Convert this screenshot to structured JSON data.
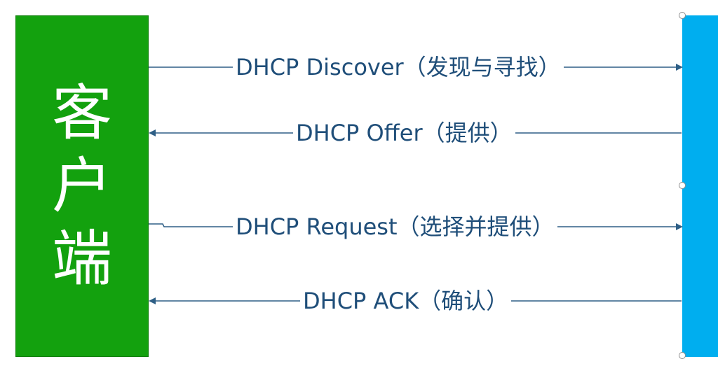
{
  "client": {
    "chars": [
      "客",
      "户",
      "端"
    ]
  },
  "messages": [
    {
      "label": "DHCP Discover（发现与寻找）",
      "direction": "to_server"
    },
    {
      "label": "DHCP Offer（提供）",
      "direction": "to_client"
    },
    {
      "label": "DHCP Request（选择并提供）",
      "direction": "to_server"
    },
    {
      "label": "DHCP ACK（确认）",
      "direction": "to_client"
    }
  ],
  "colors": {
    "client_box": "#13a10e",
    "server_box": "#00aeef",
    "arrow": "#2e5f86",
    "label_text": "#1f4e79"
  }
}
